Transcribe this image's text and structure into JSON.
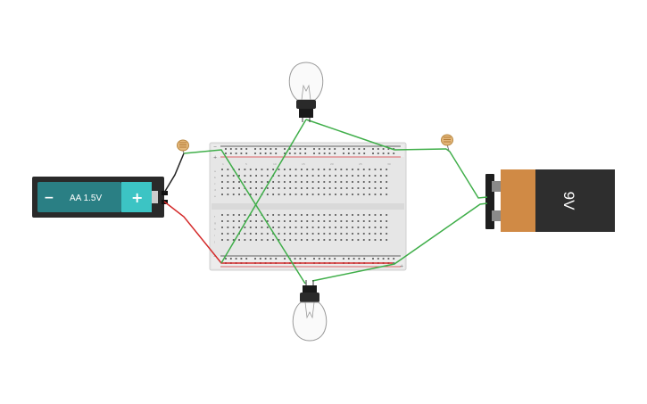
{
  "components": {
    "aa_battery": {
      "label": "AA 1.5V",
      "minus_sign": "−",
      "plus_sign": "+",
      "body_color": "#2a7f84",
      "positive_color": "#3cc4c4",
      "holder_color": "#2a2a2a"
    },
    "nine_volt_battery": {
      "label": "9V",
      "body_color": "#2e2e2e",
      "label_color": "#d08a45"
    },
    "breadboard": {
      "plus_sign": "+",
      "minus_sign": "−",
      "column_numbers": [
        "1",
        "5",
        "10",
        "15",
        "20",
        "25",
        "30"
      ],
      "row_letters_top": [
        "a",
        "b",
        "c",
        "d",
        "e"
      ],
      "row_letters_bottom": [
        "f",
        "g",
        "h",
        "i",
        "j"
      ]
    },
    "top_bulb": {
      "type": "light-bulb"
    },
    "bottom_bulb": {
      "type": "light-bulb"
    },
    "left_photoresistor": {
      "type": "photoresistor"
    },
    "right_photoresistor": {
      "type": "photoresistor"
    }
  },
  "colors": {
    "wire_green": "#3fae49",
    "wire_red": "#d42a2a",
    "wire_black": "#222222",
    "rail_red": "#d8343a",
    "rail_black": "#333333",
    "breadboard_body": "#e8e8e8",
    "breadboard_hole": "#555555"
  }
}
